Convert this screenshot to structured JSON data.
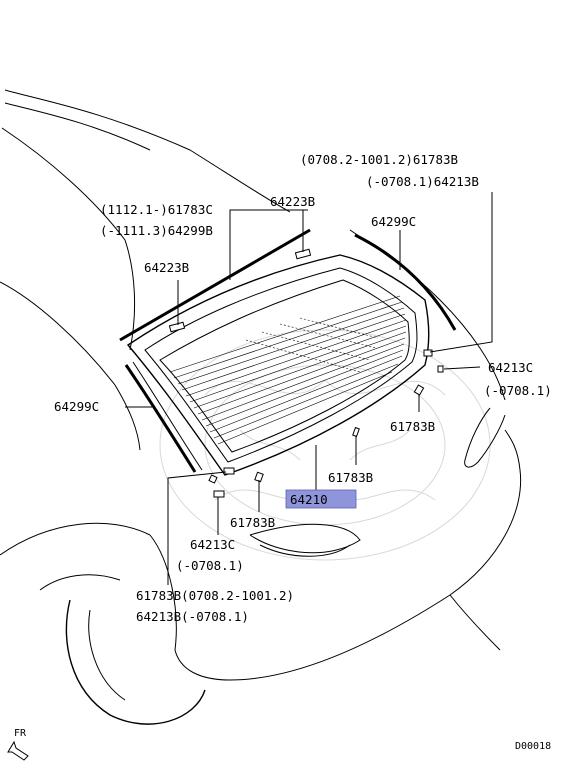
{
  "diagram": {
    "parts": {
      "part_64210": {
        "code": "64210",
        "highlight_color": "#8f95db"
      },
      "part_61783B_center": {
        "code": "61783B"
      },
      "part_61783B_right": {
        "code": "61783B"
      },
      "part_61783B_lower": {
        "code": "61783B"
      },
      "part_64213C_lower": {
        "code": "64213C",
        "note": "(-0708.1)"
      },
      "part_64213C_right": {
        "code": "64213C",
        "note": "(-0708.1)"
      },
      "part_64299C_left": {
        "code": "64299C"
      },
      "part_64299C_right": {
        "code": "64299C"
      },
      "part_64223B_top": {
        "code": "64223B"
      },
      "part_64223B_left": {
        "code": "64223B"
      },
      "top_right_line1": "(0708.2-1001.2)61783B",
      "top_right_line2": "(-0708.1)64213B",
      "top_left_line1": "(1112.1-)61783C",
      "top_left_line2": "(-1111.3)64299B",
      "bottom_left_line1": "61783B(0708.2-1001.2)",
      "bottom_left_line2": "64213B(-0708.1)"
    },
    "front_indicator": "FR",
    "diagram_code": "D00018"
  }
}
